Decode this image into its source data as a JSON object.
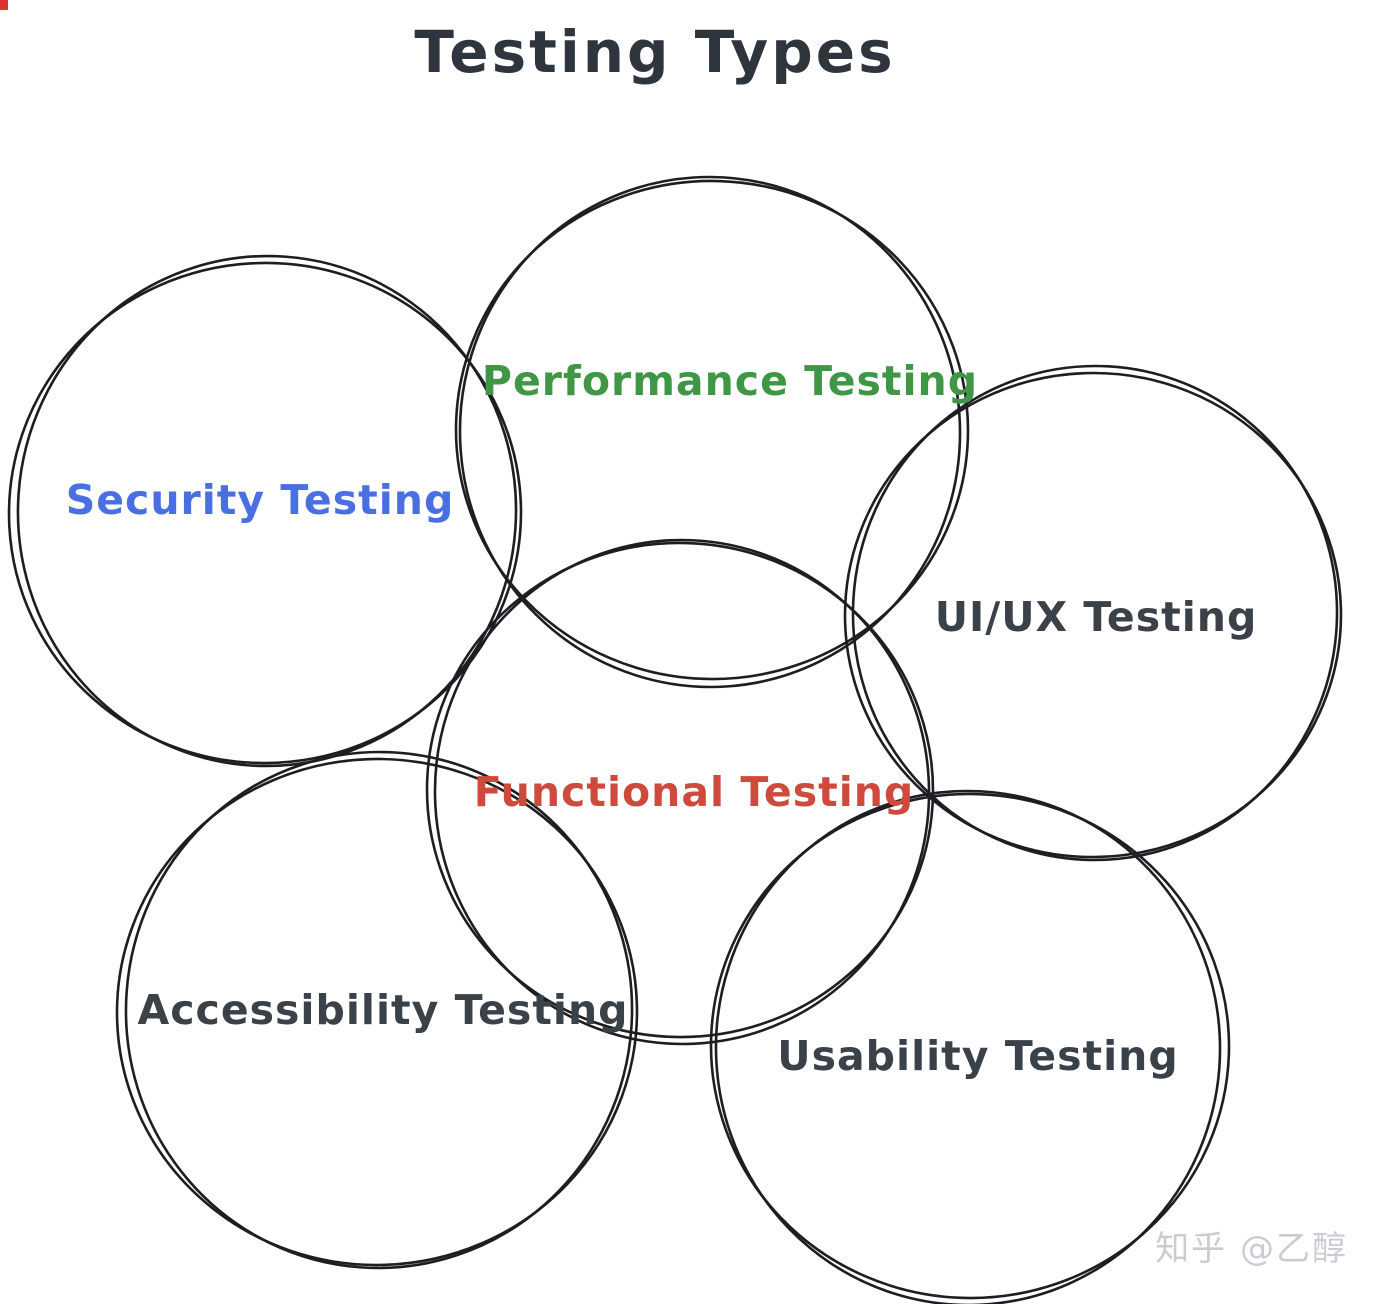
{
  "title": "Testing Types",
  "title_color": "#2f353d",
  "circle_stroke_color": "#1e1e22",
  "circles": [
    {
      "name": "security",
      "label": "Security Testing",
      "color": "#4a6fe3"
    },
    {
      "name": "performance",
      "label": "Performance Testing",
      "color": "#3f9746"
    },
    {
      "name": "uiux",
      "label": "UI/UX Testing",
      "color": "#3b4149"
    },
    {
      "name": "functional",
      "label": "Functional Testing",
      "color": "#cd4a3d"
    },
    {
      "name": "accessibility",
      "label": "Accessibility Testing",
      "color": "#3b4149"
    },
    {
      "name": "usability",
      "label": "Usability Testing",
      "color": "#3b4149"
    }
  ],
  "watermark": "知乎 @乙醇"
}
